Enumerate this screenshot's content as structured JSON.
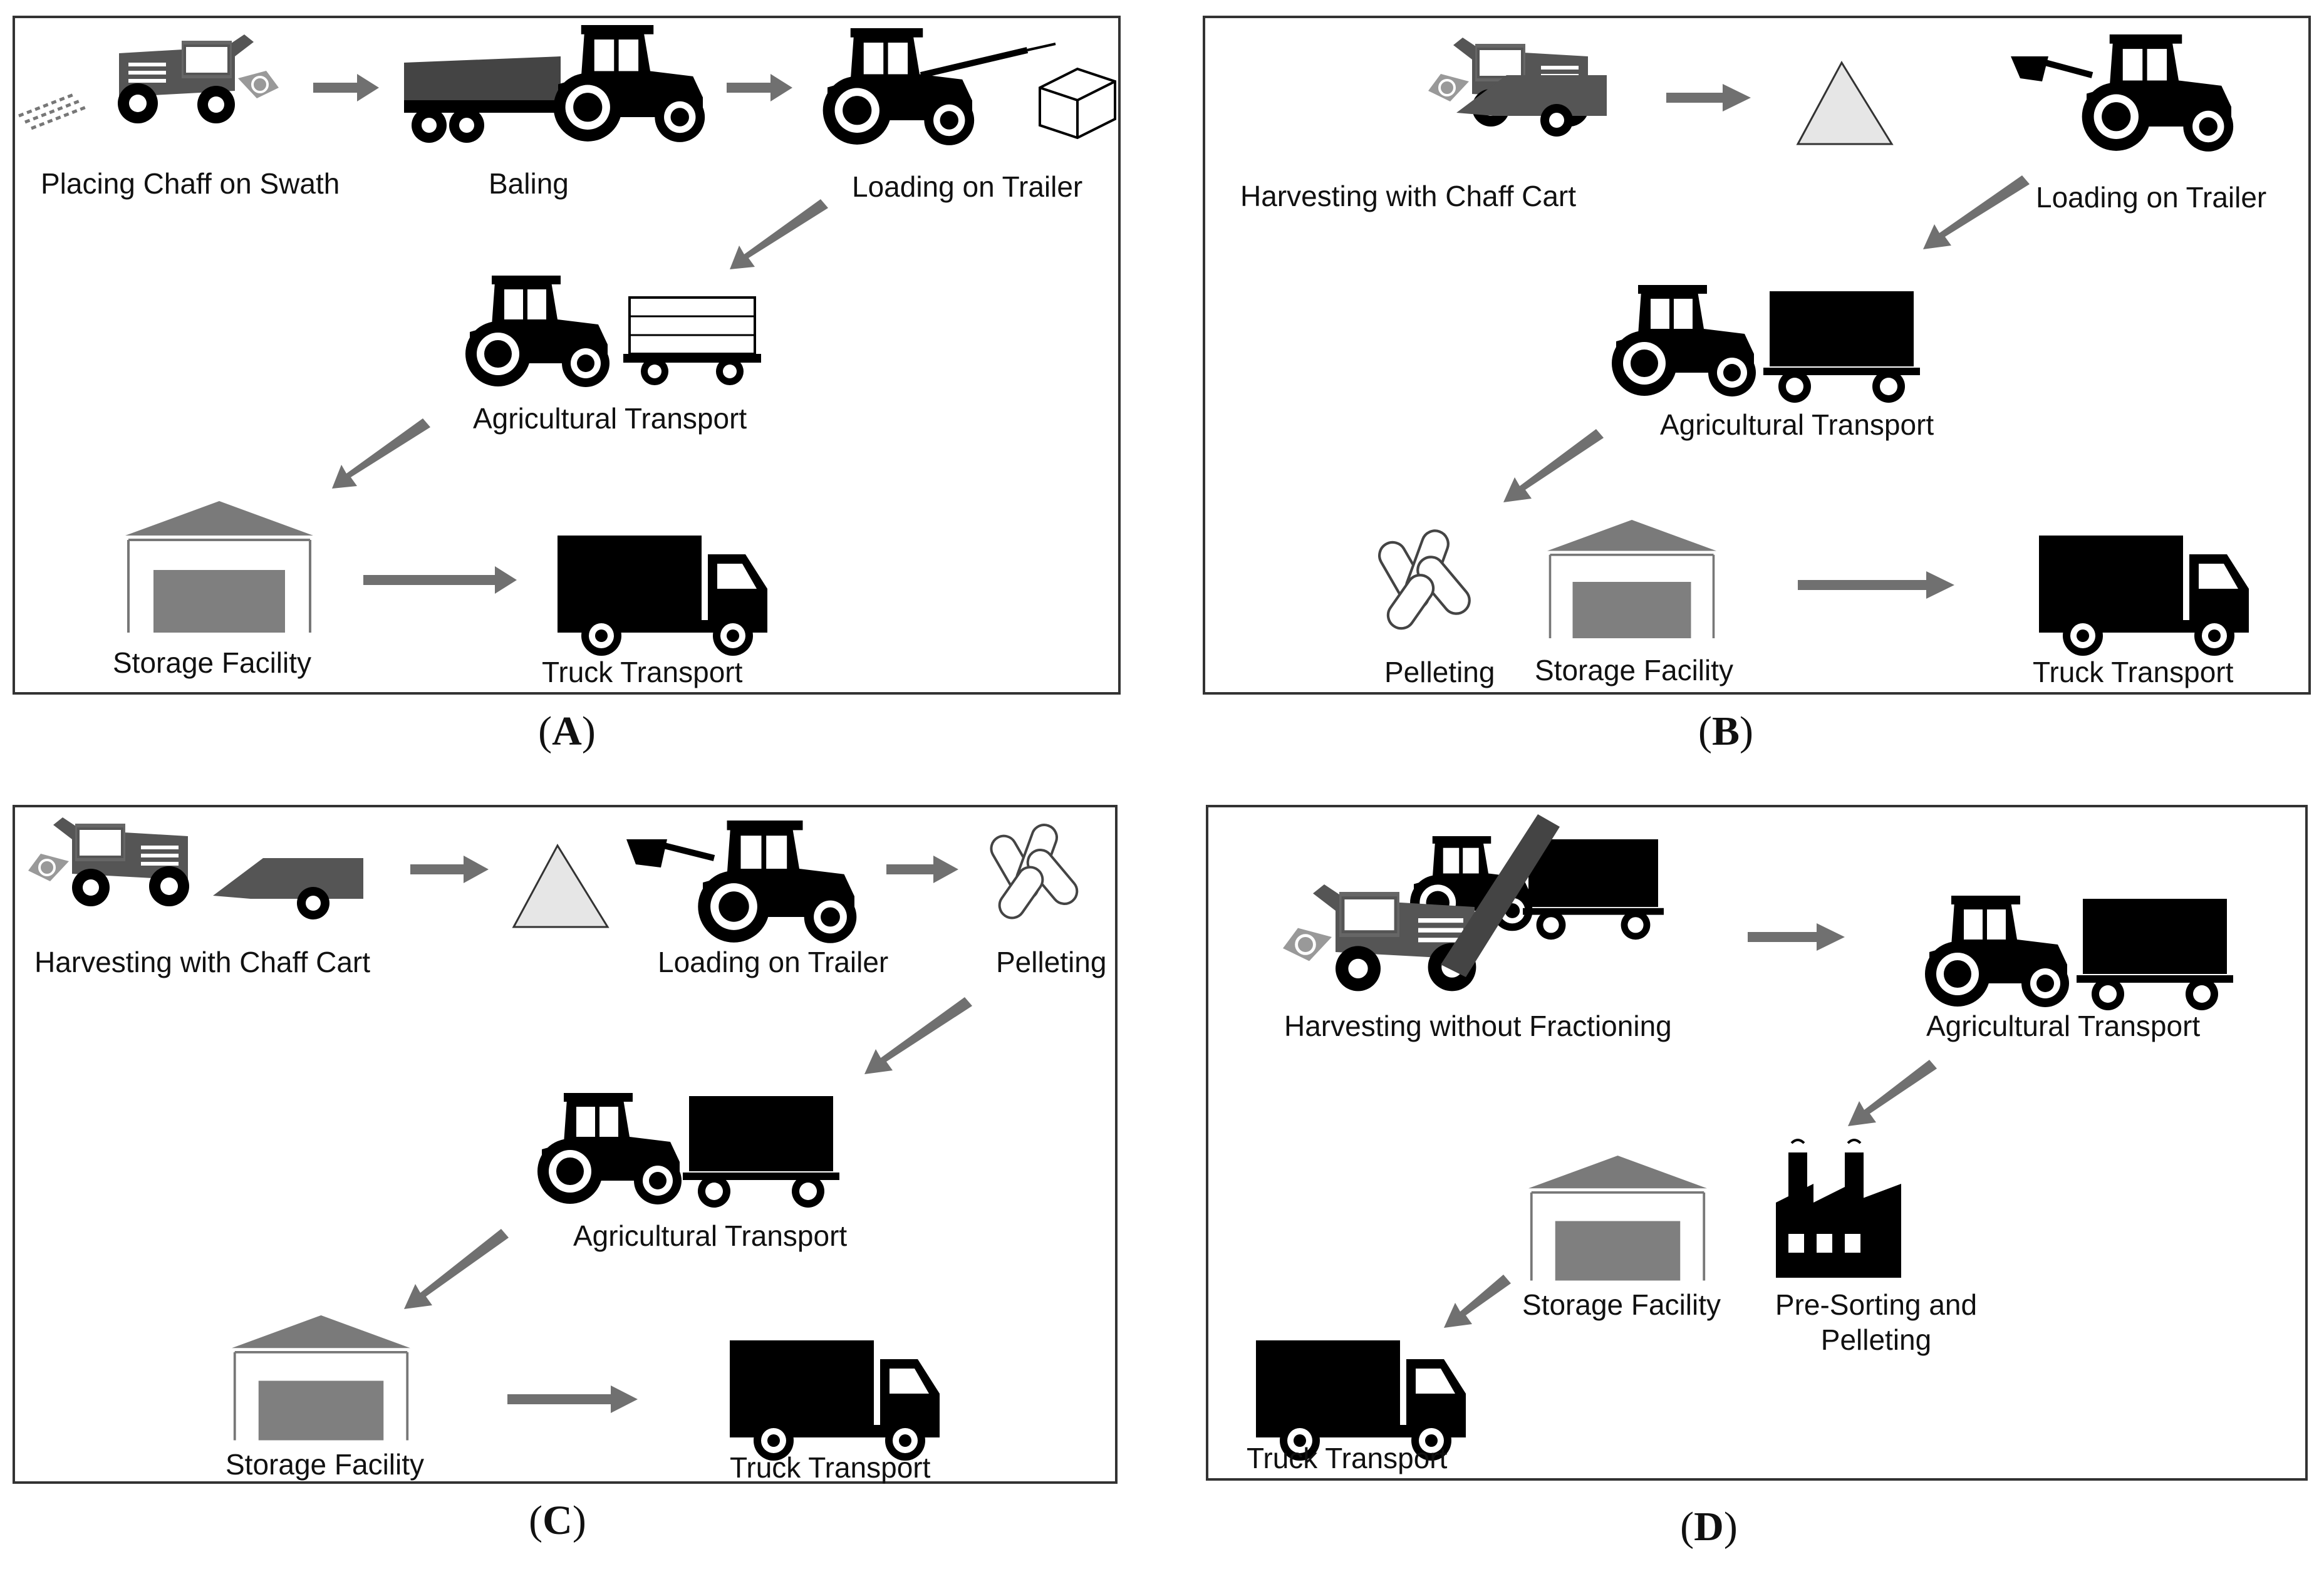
{
  "panels": [
    {
      "id": "A",
      "caption": "A",
      "labels": {
        "chaff_swath": "Placing Chaff on Swath",
        "baling": "Baling",
        "loading": "Loading on Trailer",
        "ag_transport": "Agricultural Transport",
        "storage": "Storage Facility",
        "truck": "Truck Transport"
      }
    },
    {
      "id": "B",
      "caption": "B",
      "labels": {
        "harvest_chaff_cart": "Harvesting with Chaff Cart",
        "loading": "Loading on Trailer",
        "ag_transport": "Agricultural Transport",
        "pelleting": "Pelleting",
        "storage": "Storage Facility",
        "truck": "Truck Transport"
      }
    },
    {
      "id": "C",
      "caption": "C",
      "labels": {
        "harvest_chaff_cart": "Harvesting with Chaff Cart",
        "loading": "Loading on Trailer",
        "pelleting": "Pelleting",
        "ag_transport": "Agricultural Transport",
        "storage": "Storage Facility",
        "truck": "Truck Transport"
      }
    },
    {
      "id": "D",
      "caption": "D",
      "labels": {
        "harvest_no_fraction": "Harvesting without Fractioning",
        "ag_transport": "Agricultural Transport",
        "storage": "Storage Facility",
        "presort": "Pre-Sorting and Pelleting",
        "truck": "Truck Transport"
      }
    }
  ],
  "colors": {
    "arrow": "#707070",
    "vehicle": "#000000",
    "machine_body": "#555555",
    "roof": "#7a7a7a",
    "storage_fill": "#7f7f7f",
    "chaff_pile": "#e6e6e6"
  },
  "icons": [
    "combine-harvester-icon",
    "tractor-icon",
    "baler-icon",
    "front-loader-icon",
    "bale-icon",
    "trailer-icon",
    "storage-facility-icon",
    "truck-icon",
    "chaff-pile-icon",
    "pellets-icon",
    "factory-icon",
    "chaff-cart-icon"
  ]
}
